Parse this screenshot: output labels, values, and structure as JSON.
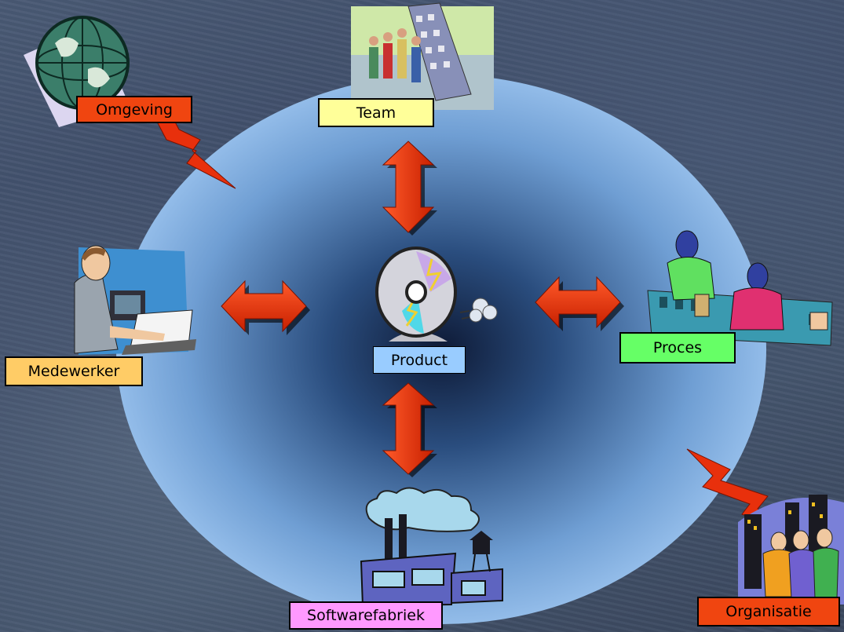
{
  "diagram": {
    "center": {
      "label": "Product",
      "icon": "cd-disc-icon"
    },
    "nodes": [
      {
        "id": "omgeving",
        "label": "Omgeving",
        "icon": "globe-icon",
        "color": "#f04510"
      },
      {
        "id": "team",
        "label": "Team",
        "icon": "team-building-icon",
        "color": "#ffff99"
      },
      {
        "id": "medewerker",
        "label": "Medewerker",
        "icon": "office-worker-icon",
        "color": "#ffcc66"
      },
      {
        "id": "proces",
        "label": "Proces",
        "icon": "control-panel-workers-icon",
        "color": "#66ff66"
      },
      {
        "id": "softwarefabriek",
        "label": "Softwarefabriek",
        "icon": "factory-icon",
        "color": "#ff99ff"
      },
      {
        "id": "organisatie",
        "label": "Organisatie",
        "icon": "city-people-icon",
        "color": "#f04510"
      }
    ],
    "colors": {
      "arrow": "#e83a10",
      "lightning": "#e8300c",
      "ellipse_edge": "#b7dbfb",
      "ellipse_center": "#0e1a36"
    }
  }
}
